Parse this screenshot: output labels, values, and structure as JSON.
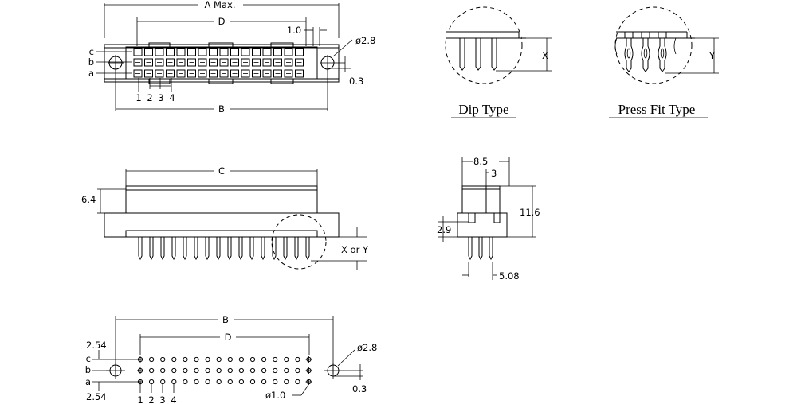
{
  "dimensions": {
    "a_max": "A  Max.",
    "d": "D",
    "b": "B",
    "c": "C",
    "pitch_1": "1.0",
    "hole_dia": "ø2.8",
    "offset": "0.3",
    "pitch_254": "2.54",
    "pin_dia": "ø1.0",
    "x_or_y": "X  or  Y",
    "height_64": "6.4",
    "width_85": "8.5",
    "dim_3": "3",
    "height_116": "11.6",
    "dim_29": "2.9",
    "pitch_508": "5.08",
    "x": "X",
    "y": "Y"
  },
  "row_labels": [
    "c",
    "b",
    "a"
  ],
  "pin_numbers": [
    "1",
    "2",
    "3",
    "4"
  ],
  "detail_titles": {
    "dip": "Dip Type",
    "press_fit": "Press Fit Type"
  }
}
